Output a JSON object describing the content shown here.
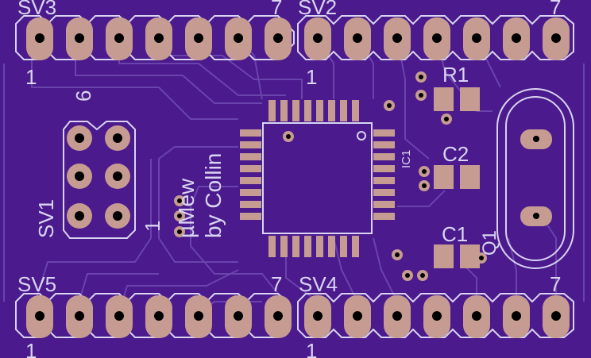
{
  "colors": {
    "board": "#4b1a8c",
    "trace": "#6a43ad",
    "silk": "#d8d4f2",
    "copper": "#c69c92",
    "drill": "#000000"
  },
  "headers": {
    "sv3": {
      "label": "SV3",
      "pin_first": "1",
      "pin_last": "7"
    },
    "sv2": {
      "label": "SV2",
      "pin_first": "1",
      "pin_last": "7"
    },
    "sv5": {
      "label": "SV5",
      "pin_first": "1",
      "pin_last": "7"
    },
    "sv4": {
      "label": "SV4",
      "pin_first": "1",
      "pin_last": "7"
    },
    "sv1": {
      "label": "SV1",
      "pin_first": "1",
      "pin_last": "6"
    }
  },
  "parts": {
    "ic1": "IC1",
    "r1": "R1",
    "c1": "C1",
    "c2": "C2",
    "q1": "Q1"
  },
  "board_text": {
    "line1": "µMew",
    "line2": "by Collin"
  }
}
